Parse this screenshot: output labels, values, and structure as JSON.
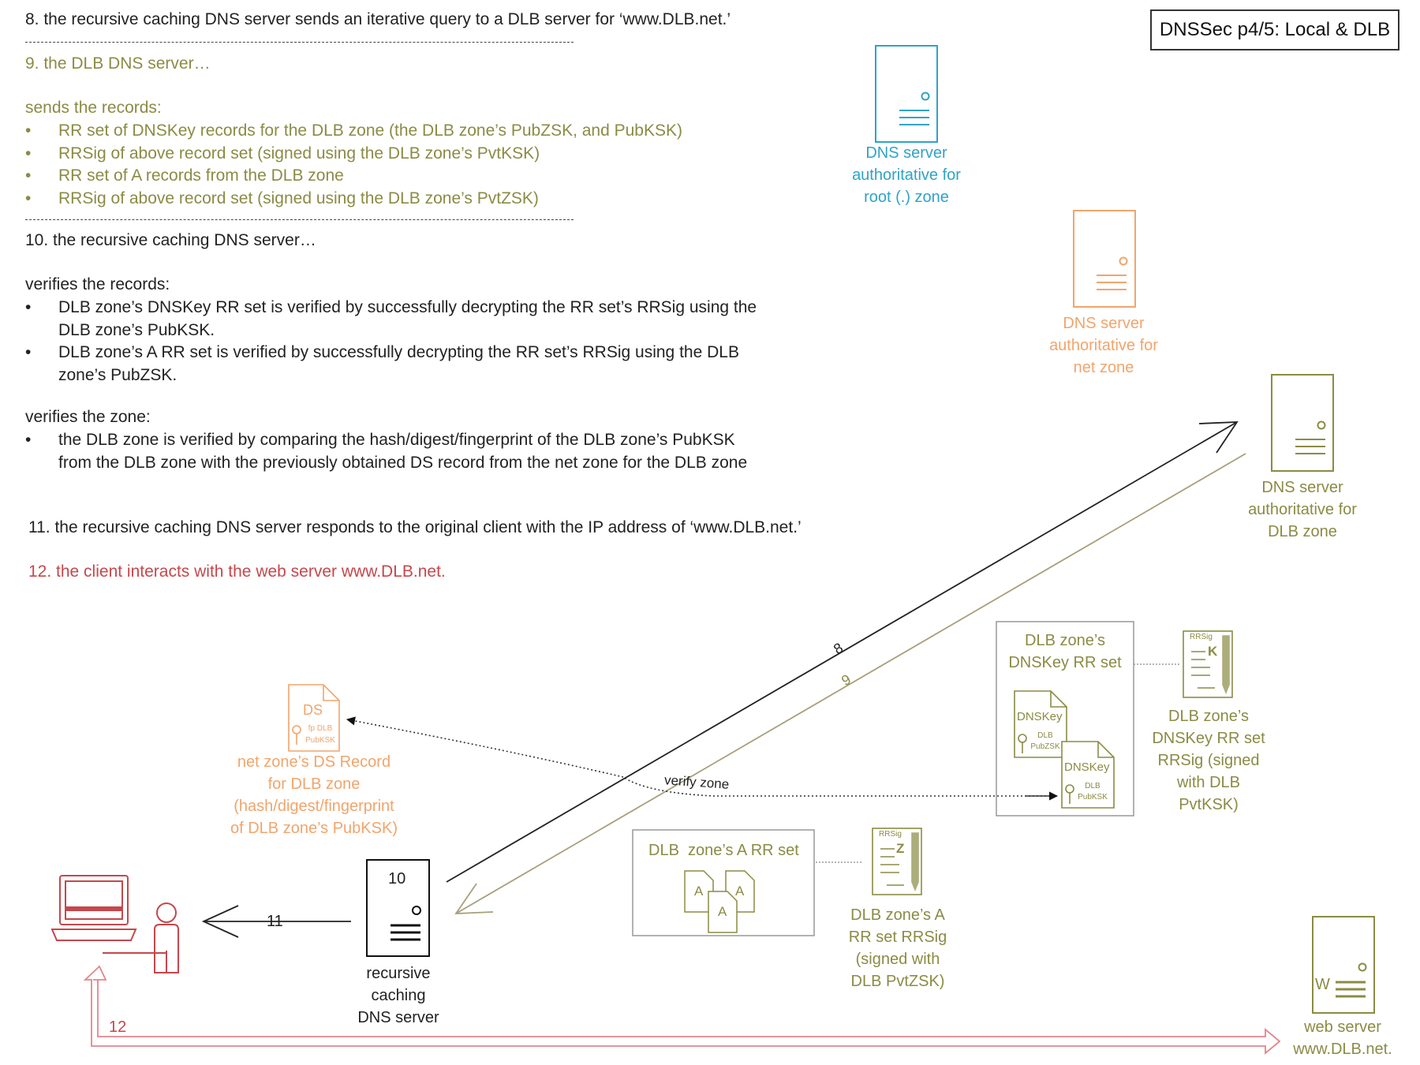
{
  "title": "DNSSec p4/5: Local & DLB",
  "steps": {
    "step8": "8. the recursive caching DNS server sends an iterative query to a DLB server for ‘www.DLB.net.’",
    "step9": "9. the DLB DNS server…",
    "sends_heading": "sends the records:",
    "sends_items": [
      "RR set of DNSKey records for the DLB zone (the DLB zone’s PubZSK, and PubKSK)",
      "RRSig of above record set (signed using the DLB zone’s PvtKSK)",
      "RR set of A records from the DLB zone",
      "RRSig of above record set (signed using the DLB zone’s PvtZSK)"
    ],
    "step10": "10. the recursive caching DNS server…",
    "verifies_records_heading": "verifies the records:",
    "verifies_records_items": [
      [
        "DLB zone’s DNSKey RR set is verified by successfully decrypting the RR set’s RRSig using the",
        "DLB zone’s PubKSK."
      ],
      [
        "DLB zone’s A RR set is verified by successfully decrypting the RR set’s RRSig using the DLB",
        "zone’s PubZSK."
      ]
    ],
    "verifies_zone_heading": "verifies the zone:",
    "verifies_zone_items": [
      [
        "the DLB zone is verified by comparing the hash/digest/fingerprint of the DLB zone’s PubKSK",
        "from the DLB zone with the previously obtained DS record from the net zone for the DLB zone"
      ]
    ],
    "step11": "11. the recursive caching DNS server responds to the original client with the IP address of ‘www.DLB.net.’",
    "step12": "12. the client interacts with the web server www.DLB.net."
  },
  "servers": {
    "root": [
      "DNS server",
      "authoritative for",
      "root (.) zone"
    ],
    "net": [
      "DNS server",
      "authoritative for",
      "net zone"
    ],
    "dlb": [
      "DNS server",
      "authoritative for",
      "DLB zone"
    ],
    "recursive": [
      "recursive",
      "caching",
      "DNS server"
    ],
    "recursive_step": "10",
    "web": [
      "web server",
      "www.DLB.net."
    ],
    "web_letter": "W"
  },
  "ds_record": {
    "doc_title": "DS",
    "doc_sub": [
      "fp DLB",
      "PubKSK"
    ],
    "label": [
      "net zone’s DS Record",
      "for DLB zone",
      "(hash/digest/fingerprint",
      "of DLB zone’s PubKSK)"
    ]
  },
  "dnskey_set": {
    "label": [
      "DLB zone’s",
      "DNSKey RR set"
    ],
    "doc1_title": "DNSKey",
    "doc1_sub": [
      "DLB",
      "PubZSK"
    ],
    "doc2_title": "DNSKey",
    "doc2_sub": [
      "DLB",
      "PubKSK"
    ]
  },
  "dnskey_rrsig": {
    "tag": "RRSig",
    "letter": "K",
    "label": [
      "DLB zone’s",
      "DNSKey RR set",
      "RRSig (signed",
      "with DLB",
      "PvtKSK)"
    ]
  },
  "a_set": {
    "label": "DLB  zone’s A RR set",
    "letter": "A"
  },
  "a_rrsig": {
    "tag": "RRSig",
    "letter": "Z",
    "label": [
      "DLB zone’s A",
      "RR set RRSig",
      "(signed with",
      "DLB PvtZSK)"
    ]
  },
  "arrows": {
    "a8": "8",
    "a9": "9",
    "a11": "11",
    "a12": "12",
    "verify": "verify zone"
  },
  "colors": {
    "root": "#2fa3c6",
    "net": "#f0a56c",
    "dlb": "#8b8b45",
    "client": "#c5474c",
    "black": "#222222"
  }
}
